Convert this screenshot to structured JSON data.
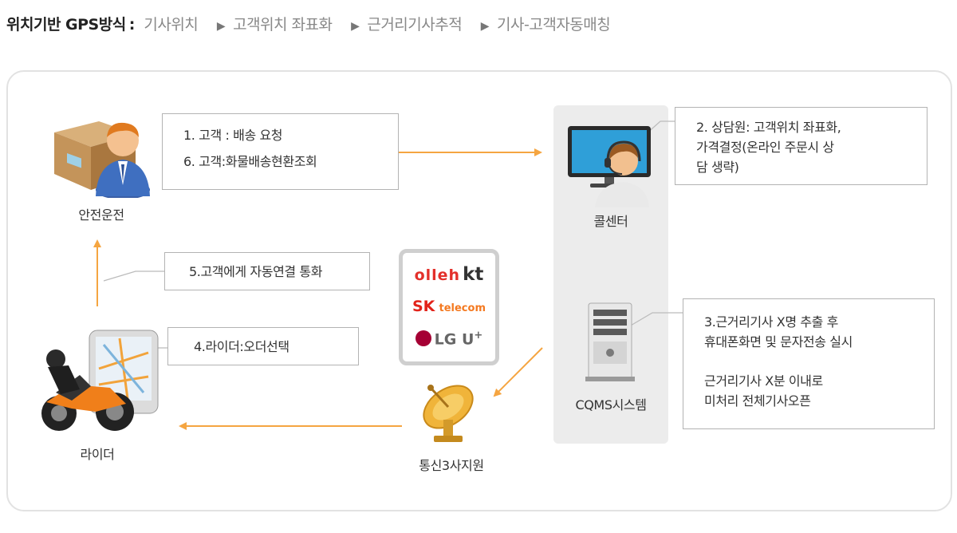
{
  "header": {
    "lead": "위치기반 GPS방식",
    "sep": ":",
    "steps": [
      "기사위치",
      "고객위치 좌표화",
      "근거리기사추적",
      "기사-고객자동매칭"
    ],
    "arrow": "▶"
  },
  "nodes": {
    "customer": "안전운전",
    "callcenter": "콜센터",
    "cqms": "CQMS시스템",
    "telecom": "통신3사지원",
    "rider": "라이더"
  },
  "boxes": {
    "customer_request": {
      "line1": "1. 고객 : 배송 요청",
      "line2": "6. 고객:화물배송현환조회"
    },
    "agent": {
      "line1": "2. 상담원: 고객위치 좌표화,",
      "line2": "가격결정(온라인 주문시 상",
      "line3": "담 생략)"
    },
    "auto_call": "5.고객에게 자동연결 통화",
    "rider_select": "4.라이더:오더선택",
    "cqms": {
      "line1": "3.근거리기사 X명 추출 후",
      "line2": "휴대폰화면 및 문자전송 실시",
      "line3": "근거리기사 X분 이내로",
      "line4": "미처리 전체기사오픈"
    }
  },
  "telecom_logos": {
    "kt_prefix": "olleh",
    "kt": "kt",
    "sk": "SK",
    "sk_sub": "telecom",
    "lg": "LG U",
    "lg_plus": "+"
  },
  "colors": {
    "arrow": "#f5a541",
    "box_border": "#b3b3b3",
    "panel_border": "#e2e2e2",
    "callcenter_bg": "#ececec",
    "kt_red": "#e3302b",
    "sk_red": "#e2231a",
    "sk_orange": "#f47920",
    "lg_magenta": "#a50034"
  },
  "icons": [
    "courier-box-icon",
    "call-center-agent-icon",
    "server-icon",
    "satellite-dish-icon",
    "motorcycle-rider-icon",
    "gps-device-icon"
  ]
}
